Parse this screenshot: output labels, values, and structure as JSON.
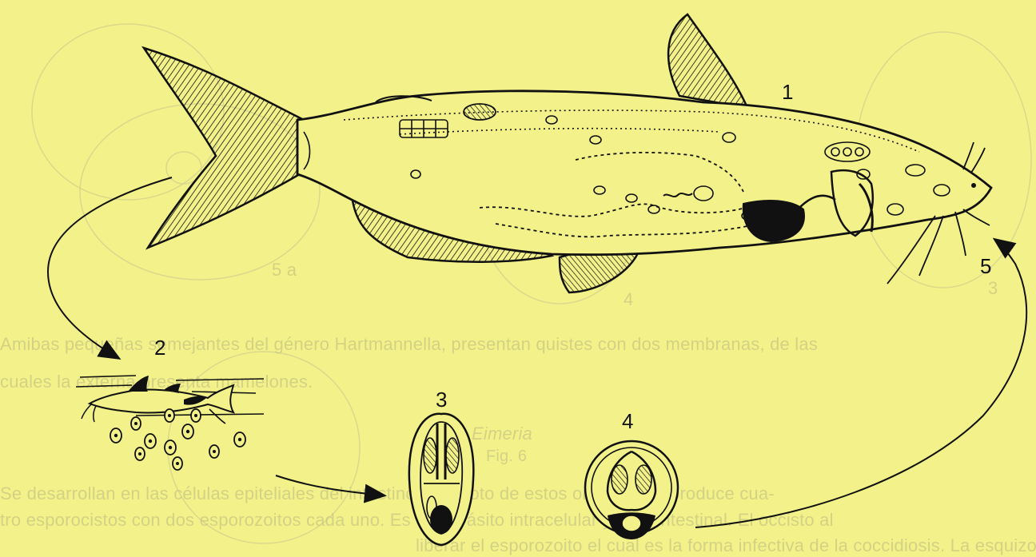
{
  "colors": {
    "paper": "#f3f28a",
    "ink": "#111111",
    "bleed": "#b9b880"
  },
  "labels": {
    "stage_1": "1",
    "stage_2": "2",
    "stage_3": "3",
    "stage_4": "4",
    "stage_5": "5"
  },
  "bleed_text": {
    "line_1": "Amibas pequeñas semejantes del género Hartmannella, presentan quistes con dos membranas, de las",
    "line_2": "cuales la externa presenta mamelones.",
    "caption_eimeria": "Eimeria",
    "caption_fig": "Fig. 6",
    "line_3": "Se desarrollan en las células epiteliales del intestino. El cigoto de estos organismos produce cua-",
    "line_4": "tro esporocistos con dos esporozoitos cada uno. Es un parásito intracelular y extraintestinal. El occisto al",
    "line_5": "liberar el esporozoito el cual es la forma infectiva de la coccidiosis. La esquizo-",
    "fig_5a": "5 a",
    "fig_3": "3",
    "fig_4": "4"
  }
}
